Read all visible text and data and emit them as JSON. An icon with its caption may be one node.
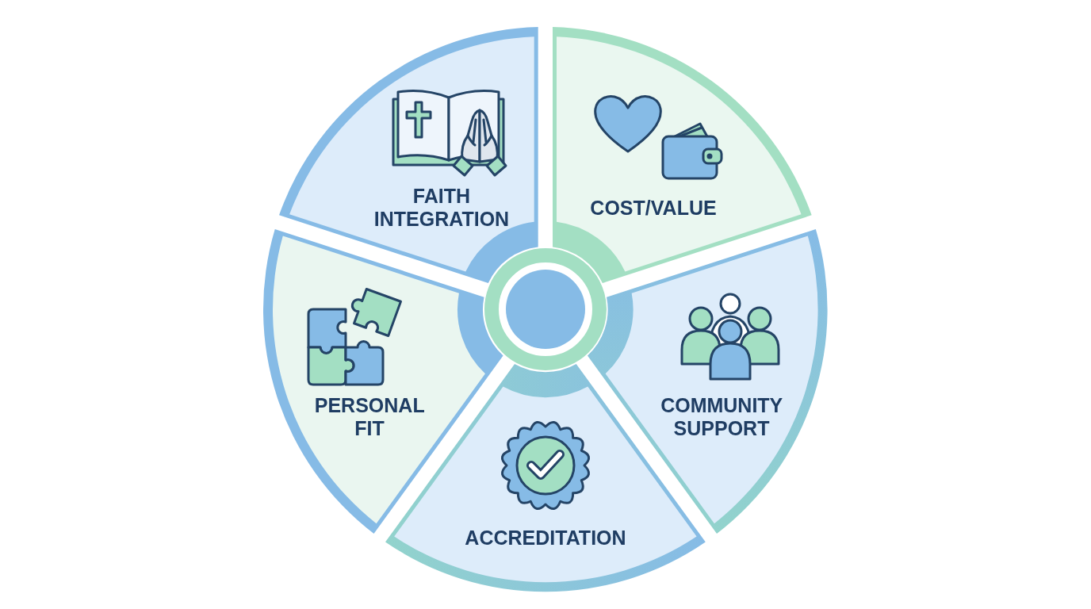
{
  "diagram": {
    "nodes": [
      {
        "text": [
          "FAITH INTEGRATION"
        ]
      },
      {
        "text": [
          "COST/VALUE"
        ]
      },
      {
        "text": [
          "COMMUNITY SUPPORT"
        ]
      },
      {
        "text": [
          "ACCREDITATION"
        ]
      },
      {
        "text": [
          "PERSONAL FIT"
        ]
      },
      {
        "text": [],
        "shape": "circle"
      }
    ]
  }
}
